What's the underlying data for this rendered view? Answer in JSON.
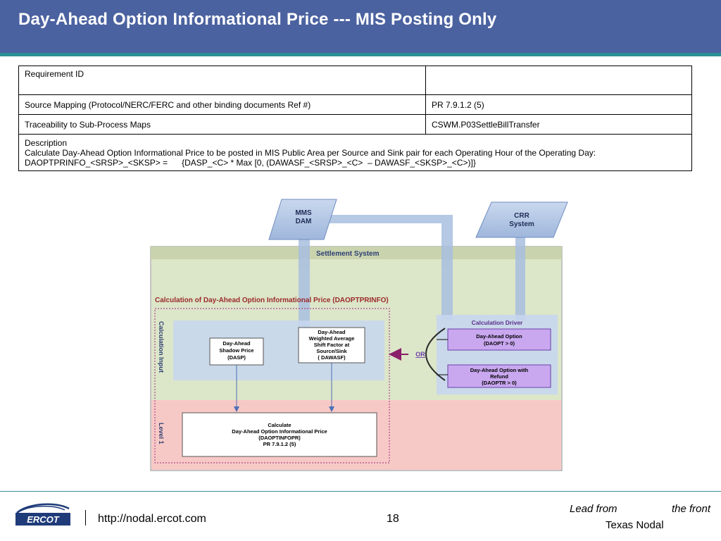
{
  "title": "Day-Ahead Option Informational Price --- MIS Posting Only",
  "table": {
    "rows": [
      {
        "label": "Requirement ID",
        "value": ""
      },
      {
        "label": "Source Mapping (Protocol/NERC/FERC and other binding documents Ref #)",
        "value": "PR 7.9.1.2 (5)"
      },
      {
        "label": "Traceability to Sub-Process Maps",
        "value": "CSWM.P03SettleBillTransfer"
      }
    ],
    "description": {
      "heading": "Description",
      "line1": "Calculate Day-Ahead Option Informational Price to be posted in MIS Public Area per Source and Sink pair for each Operating Hour of the Operating Day:",
      "line2": "DAOPTPRINFO_<SRSP>_<SKSP> =      {DASP_<C> * Max [0, (DAWASF_<SRSP>_<C>  – DAWASF_<SKSP>_<C>)]}"
    }
  },
  "diagram": {
    "mms": [
      "MMS",
      "DAM"
    ],
    "crr": [
      "CRR",
      "System"
    ],
    "settlement_system": "Settlement System",
    "calc_title": "Calculation of Day-Ahead Option Informational Price (DAOPTPRINFO)",
    "calculation_input": "Calculation Input",
    "level": "Level 1",
    "dasp": [
      "Day-Ahead",
      "Shadow Price",
      "(DASP)"
    ],
    "dawasf": [
      "Day-Ahead",
      "Weighted Average",
      "Shift Factor at",
      "Source/Sink",
      "( DAWASF)"
    ],
    "calc_driver": "Calculation Driver",
    "daopt": [
      "Day-Ahead Option",
      "(DAOPT > 0)"
    ],
    "daoptr": [
      "Day-Ahead Option with",
      "Refund",
      "(DAOPTR > 0)"
    ],
    "or": "OR",
    "calculate": [
      "Calculate",
      "Day-Ahead Option Informational  Price",
      "(DAOPTINFOPR)",
      "PR 7.9.1.2 (5)"
    ]
  },
  "footer": {
    "logo_text": "ERCOT",
    "url": "http://nodal.ercot.com",
    "page": "18",
    "tagline_1": "Lead from",
    "tagline_2": "the front",
    "tagline_3": "Texas Nodal"
  },
  "colors": {
    "title_bar": "#4b62a0",
    "accent_rule": "#2a8f94",
    "diagram_green": "#dce6c9",
    "diagram_pink": "#f7c9c6",
    "calc_title": "#9b2a2a",
    "purple_box": "#c9a8f0",
    "ercot_blue": "#1f3b7a"
  }
}
